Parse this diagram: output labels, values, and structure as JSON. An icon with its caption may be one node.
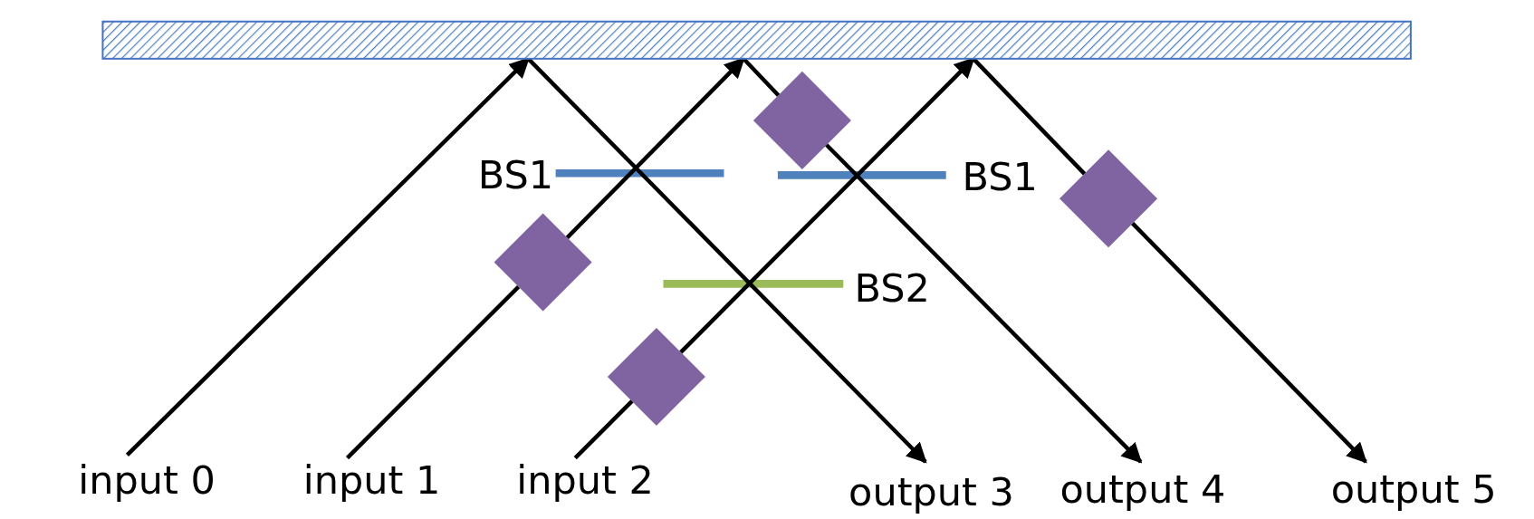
{
  "diagram": {
    "nodes": [
      {
        "text": [],
        "shape": "bar"
      },
      {
        "text": [
          "input 0"
        ]
      },
      {
        "text": [
          "input 1"
        ]
      },
      {
        "text": [
          "input 2"
        ]
      },
      {
        "text": [
          "output 3"
        ]
      },
      {
        "text": [
          "output 4"
        ]
      },
      {
        "text": [
          "output 5"
        ]
      },
      {
        "text": [],
        "shape": "diamond"
      },
      {
        "text": [],
        "shape": "diamond"
      },
      {
        "text": [],
        "shape": "diamond"
      },
      {
        "text": [],
        "shape": "diamond"
      }
    ],
    "edges": [
      {
        "from": 1,
        "to": 0,
        "arrow": "to"
      },
      {
        "from": 2,
        "to": 9,
        "arrow": "none"
      },
      {
        "from": 9,
        "to": 0,
        "arrow": "to"
      },
      {
        "from": 3,
        "to": 10,
        "arrow": "none"
      },
      {
        "from": 10,
        "to": 0,
        "arrow": "to"
      },
      {
        "from": 0,
        "to": 4,
        "arrow": "to"
      },
      {
        "from": 0,
        "to": 7,
        "arrow": "none"
      },
      {
        "from": 7,
        "to": 5,
        "arrow": "to"
      },
      {
        "from": 0,
        "to": 8,
        "arrow": "none"
      },
      {
        "from": 8,
        "to": 6,
        "arrow": "to"
      }
    ],
    "labels": [
      "BS1",
      "BS1",
      "BS2"
    ]
  }
}
